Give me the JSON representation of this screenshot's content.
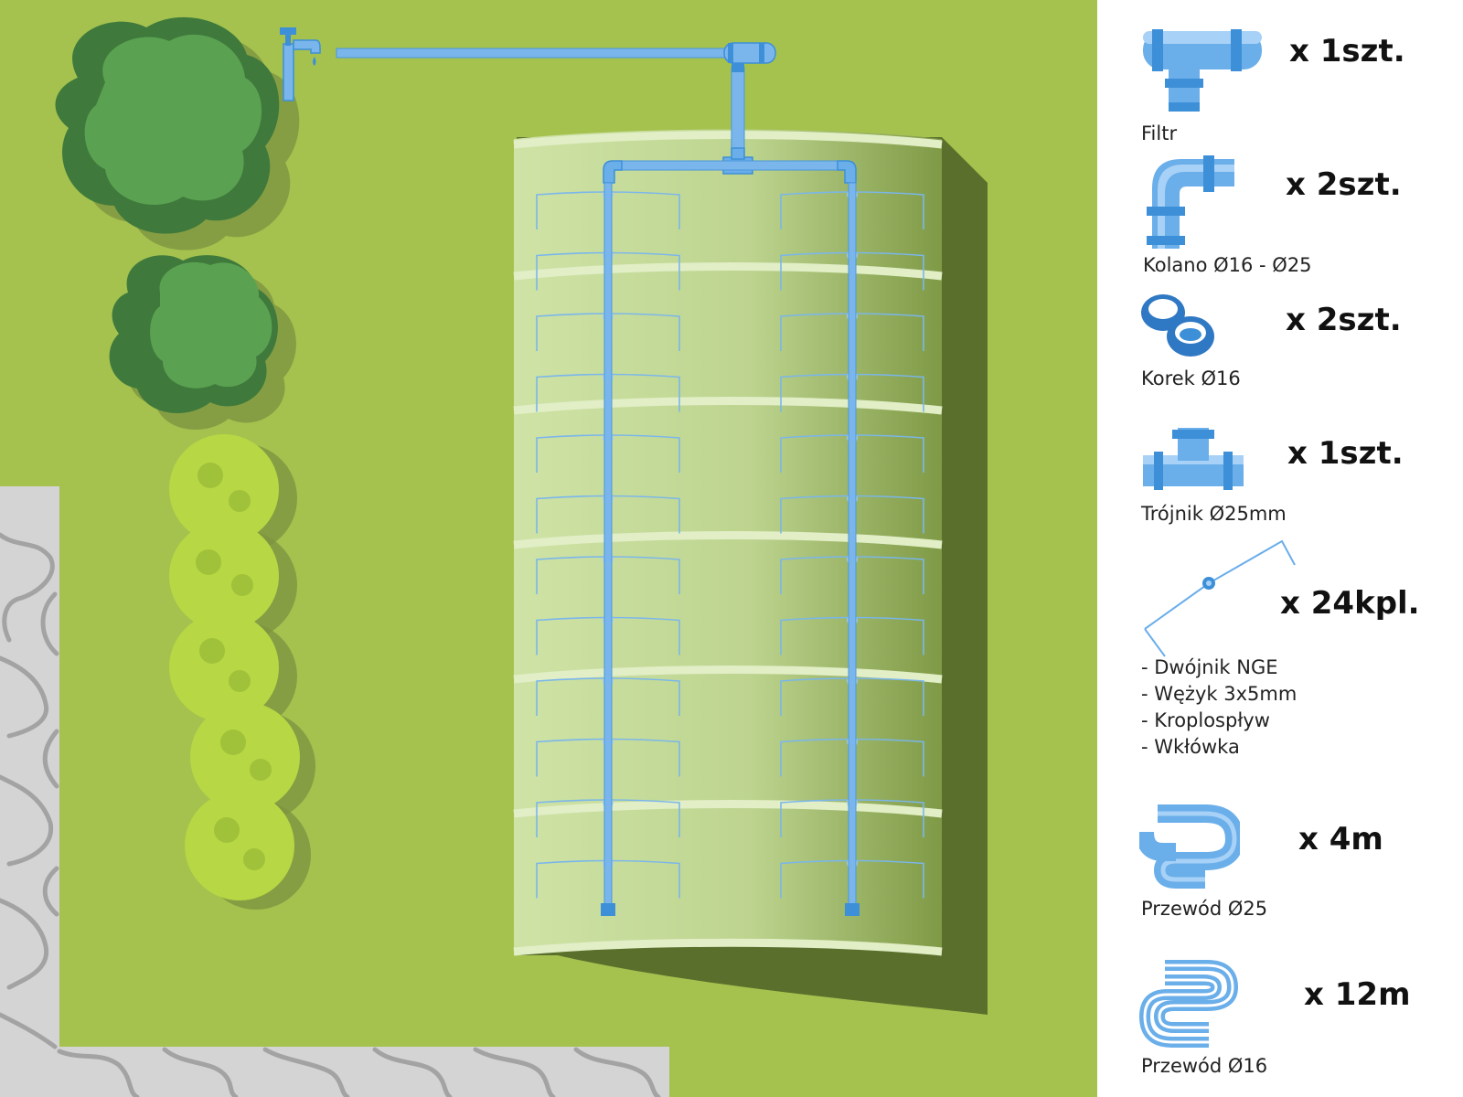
{
  "colors": {
    "lawn": "#a5c24f",
    "paving": "#d4d4d4",
    "paving_joint": "#a3a3a3",
    "greenhouse": "#c4dd9a",
    "greenhouse_shadow": "#5a6f2c",
    "pipe": "#7ab6ec",
    "pipe_dark": "#3d8fd8",
    "tree_dark": "#3f7a3c",
    "tree_light": "#5aa251",
    "shrub": "#b7d744"
  },
  "scene": {
    "elements": [
      "tap-icon",
      "supply-pipe-25",
      "filter-fitting",
      "tee-fitting",
      "elbow-fittings",
      "drip-lines-16",
      "end-caps",
      "drip-emitters",
      "greenhouse",
      "trees",
      "shrubs",
      "paving"
    ]
  },
  "legend": {
    "items": [
      {
        "icon": "filter-icon",
        "label": "Filtr",
        "qty": "x 1szt."
      },
      {
        "icon": "elbow-icon",
        "label": "Kolano Ø16 - Ø25",
        "qty": "x 2szt."
      },
      {
        "icon": "end-cap-icon",
        "label": "Korek Ø16",
        "qty": "x 2szt."
      },
      {
        "icon": "tee-icon",
        "label": "Trójnik Ø25mm",
        "qty": "x 1szt."
      },
      {
        "icon": "dripper-kit-icon",
        "qty": "x 24kpl.",
        "sublist": [
          "- Dwójnik NGE",
          "- Wężyk 3x5mm",
          "- Kroplospływ",
          "- Wkłówka"
        ]
      },
      {
        "icon": "pipe-25-icon",
        "label": "Przewód Ø25",
        "qty": "x 4m"
      },
      {
        "icon": "pipe-16-icon",
        "label": "Przewód Ø16",
        "qty": "x 12m"
      }
    ]
  }
}
